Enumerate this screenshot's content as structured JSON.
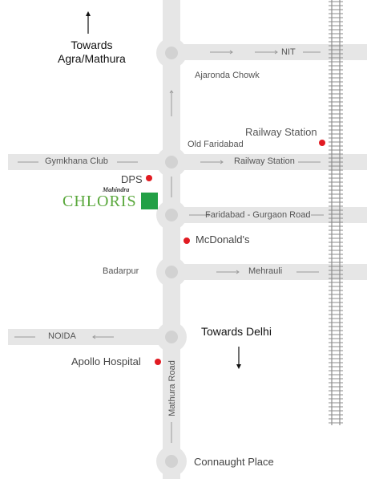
{
  "directions": {
    "north": "Towards\nAgra/Mathura",
    "south": "Towards Delhi"
  },
  "roads": {
    "nit": "NIT",
    "ajaronda": "Ajaronda Chowk",
    "old_faridabad": "Old Faridabad",
    "gymkhana": "Gymkhana Club",
    "railway_station_road": "Railway Station",
    "faridabad_gurgaon": "Faridabad - Gurgaon Road",
    "badarpur": "Badarpur",
    "mehrauli": "Mehrauli",
    "noida": "NOIDA",
    "mathura_road": "Mathura Road",
    "connaught": "Connaught Place"
  },
  "landmarks": {
    "railway_station": "Railway Station",
    "dps": "DPS",
    "mcdonalds": "McDonald's",
    "apollo": "Apollo Hospital"
  },
  "logo": {
    "brand_small": "Mahindra",
    "brand_main": "CHLORIS",
    "square_color": "#22a046"
  },
  "colors": {
    "road": "#e6e6e6",
    "road_edge": "#cfcfcf",
    "landmark_dot": "#e11b22",
    "rail": "#9a9a9a"
  }
}
